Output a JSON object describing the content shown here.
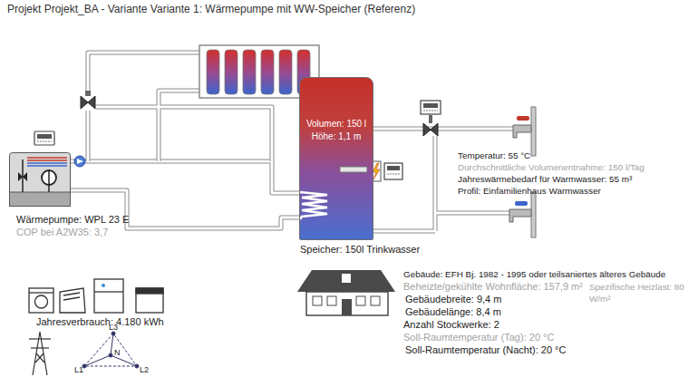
{
  "diagram": {
    "title": "Projekt Projekt_BA - Variante Variante 1: Wärmepumpe mit WW-Speicher (Referenz)",
    "nodes": [
      {
        "text": [
          "Wärmepumpe: WPL 23 E",
          "COP bei A2W35: 3,7"
        ]
      },
      {
        "text": [
          "Volumen: 150 l",
          "Höhe: 1,1 m",
          "Speicher: 150l Trinkwasser"
        ]
      },
      {
        "text": [
          "Temperatur: 55 °C",
          "Durchschnittliche Volumenentnahme: 150 l/Tag",
          "Jahreswärmebedarf für Warmwasser: 55 m³",
          "Profil: Einfamilienhaus Warmwasser"
        ]
      }
    ],
    "edges": [
      {
        "from": 0,
        "to": 1,
        "arrow": "none"
      },
      {
        "from": 0,
        "to": 1,
        "arrow": "none"
      },
      {
        "from": 1,
        "to": 2,
        "arrow": "none"
      }
    ],
    "labels": [
      "Jahresverbrauch: 4.180 kWh",
      "L3",
      "L1",
      "N",
      "L2",
      "Gebäude: EFH Bj. 1982 - 1995 oder teilsaniertes älteres Gebäude",
      "Beheizte/gekühlte Wohnfläche: 157,9 m²",
      "Spezifische Heizlast: 80 W/m²",
      "Gebäudebreite: 9,4 m",
      "Gebäudelänge: 8,4 m",
      "Anzahl Stockwerke: 2",
      "Soll-Raumtemperatur (Tag): 20 °C",
      "Soll-Raumtemperatur (Nacht): 20 °C"
    ]
  }
}
